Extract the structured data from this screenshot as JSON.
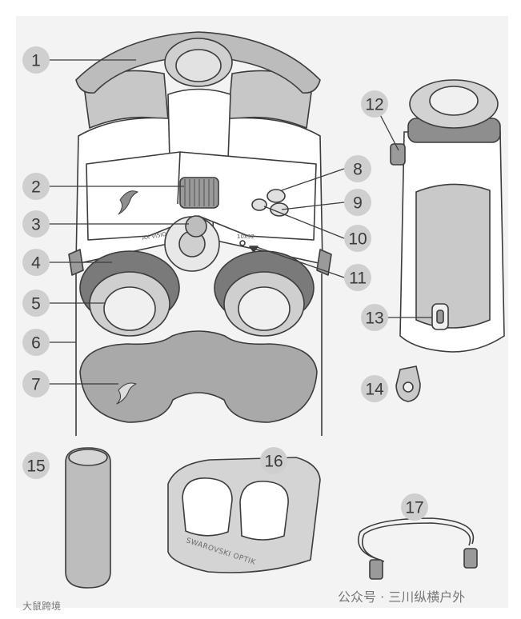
{
  "callouts": [
    "1",
    "2",
    "3",
    "4",
    "5",
    "6",
    "7",
    "8",
    "9",
    "10",
    "11",
    "12",
    "13",
    "14",
    "15",
    "16",
    "17"
  ],
  "engravings": {
    "model": "AX VISIO",
    "spec": "10x32",
    "charger_brand": "SWAROVSKI OPTIK"
  },
  "watermark": {
    "left": "大鼠跨境",
    "right": "公众号 · 三川纵横户外"
  },
  "colors": {
    "background": "#f3f3f3",
    "outline": "#3c3c3c",
    "light_gray": "#d9d9d9",
    "mid_gray": "#bdbdbd",
    "dark_gray": "#8e8e8e",
    "callout_fill": "#cfcfcf"
  }
}
